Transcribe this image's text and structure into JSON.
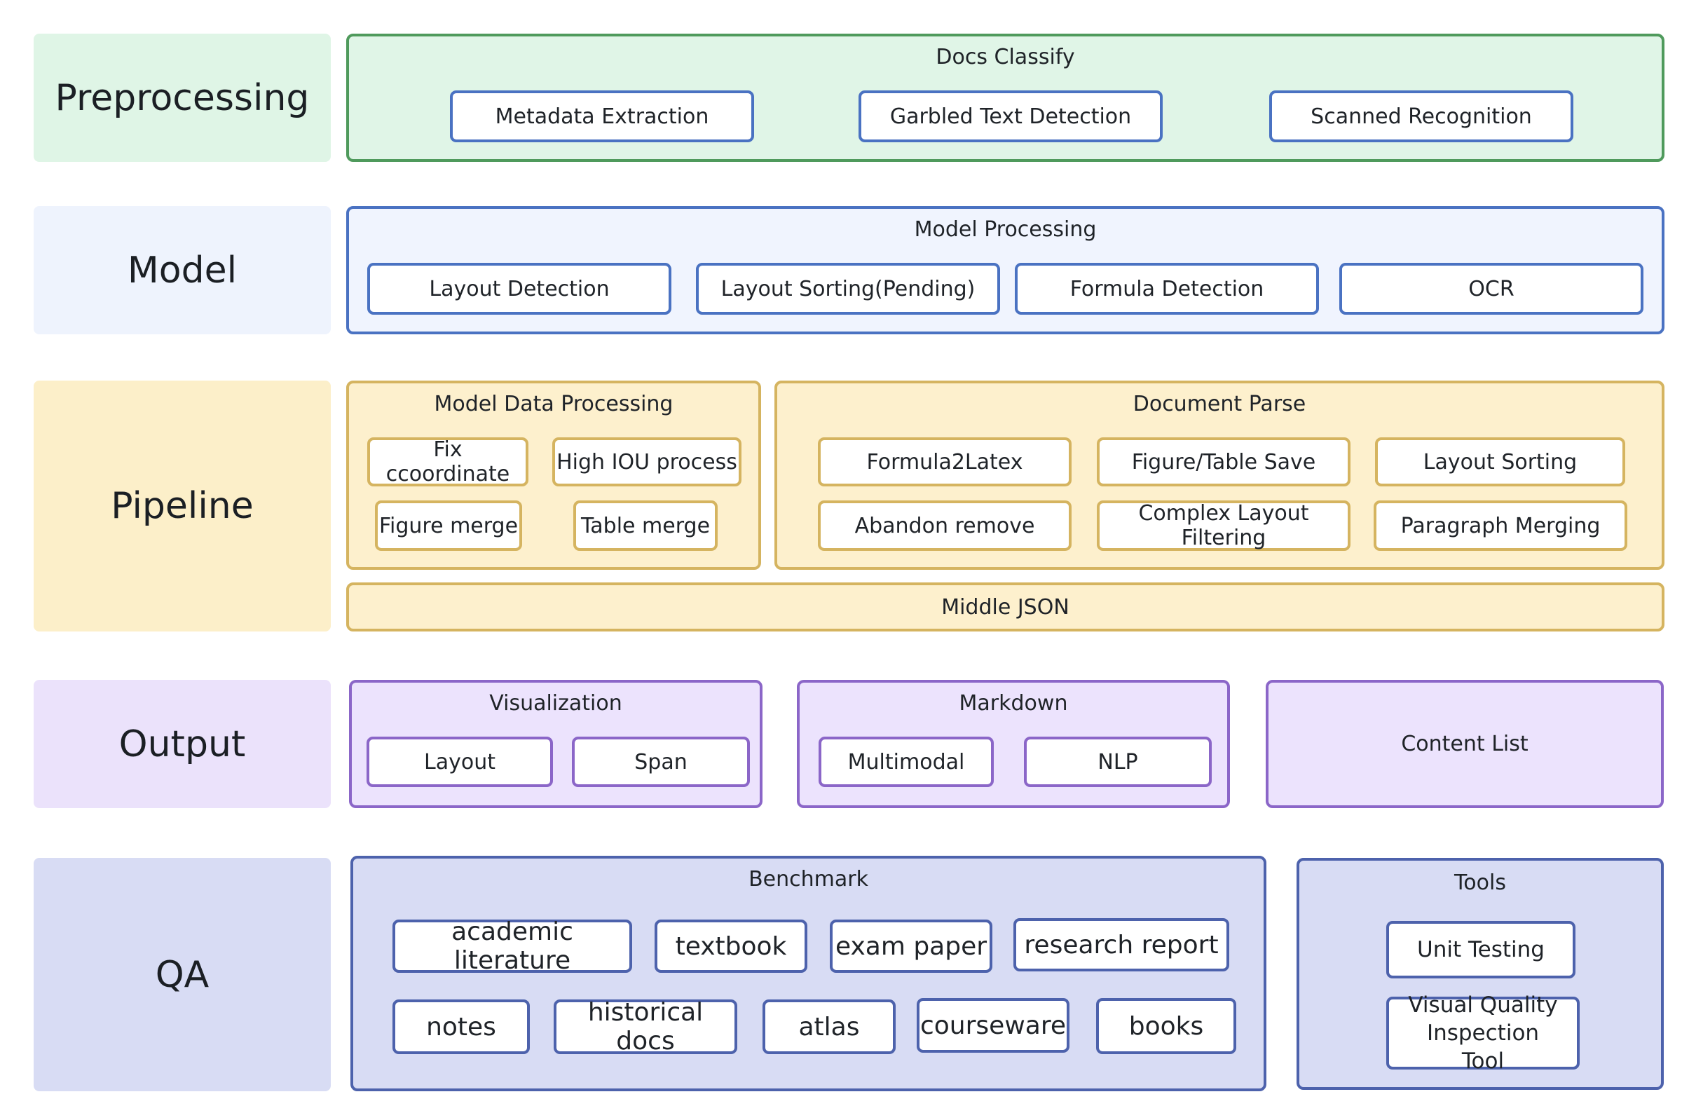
{
  "stages": {
    "preprocessing": "Preprocessing",
    "model": "Model",
    "pipeline": "Pipeline",
    "output": "Output",
    "qa": "QA"
  },
  "preprocessing": {
    "title": "Docs Classify",
    "items": [
      "Metadata Extraction",
      "Garbled Text Detection",
      "Scanned Recognition"
    ]
  },
  "model": {
    "title": "Model Processing",
    "items": [
      "Layout Detection",
      "Layout Sorting(Pending)",
      "Formula Detection",
      "OCR"
    ]
  },
  "pipeline": {
    "model_data": {
      "title": "Model Data Processing",
      "items": [
        "Fix ccoordinate",
        "High IOU process",
        "Figure merge",
        "Table merge"
      ]
    },
    "document_parse": {
      "title": "Document Parse",
      "items": [
        "Formula2Latex",
        "Figure/Table Save",
        "Layout Sorting",
        "Abandon remove",
        "Complex Layout Filtering",
        "Paragraph Merging"
      ]
    },
    "middle_json": "Middle JSON"
  },
  "output": {
    "visualization": {
      "title": "Visualization",
      "items": [
        "Layout",
        "Span"
      ]
    },
    "markdown": {
      "title": "Markdown",
      "items": [
        "Multimodal",
        "NLP"
      ]
    },
    "content_list": "Content List"
  },
  "qa": {
    "benchmark": {
      "title": "Benchmark",
      "items": [
        "academic literature",
        "textbook",
        "exam paper",
        "research report",
        "notes",
        "historical docs",
        "atlas",
        "courseware",
        "books"
      ]
    },
    "tools": {
      "title": "Tools",
      "items": [
        "Unit Testing",
        "Visual Quality Inspection Tool"
      ]
    }
  }
}
